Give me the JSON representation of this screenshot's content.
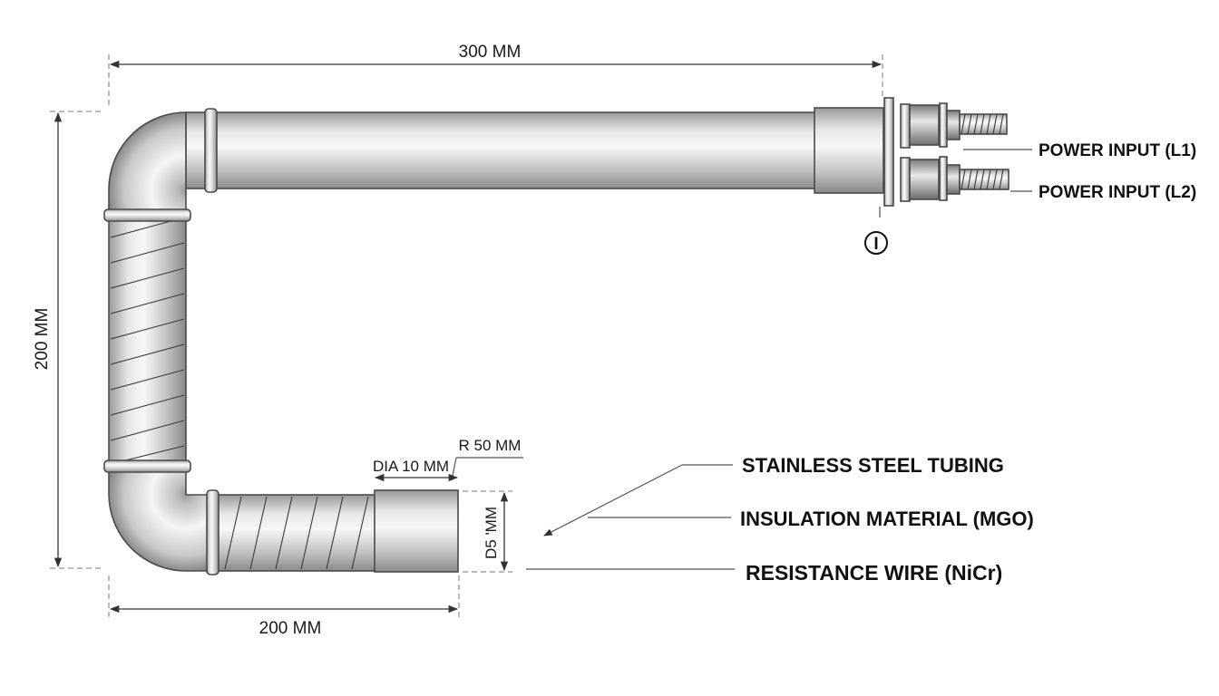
{
  "dimensions": {
    "top_length": "300 MM",
    "left_height": "200 MM",
    "bottom_length": "200 MM",
    "bend_radius": "R 50 MM",
    "tube_diameter": "DIA  10 MM",
    "end_diameter": "D5 'MM"
  },
  "terminals": {
    "l1_label": "POWER INPUT (L1)",
    "l2_label": "POWER INPUT (L2)",
    "marker": "I"
  },
  "callouts": {
    "tubing": "STAINLESS STEEL TUBING",
    "insulation": "INSULATION MATERIAL (MGO)",
    "wire": "RESISTANCE WIRE (NiCr)"
  },
  "colors": {
    "tube_light": "#f2f2f2",
    "tube_mid": "#c9c9c9",
    "tube_dark": "#8e8e8e",
    "line": "#333333"
  }
}
